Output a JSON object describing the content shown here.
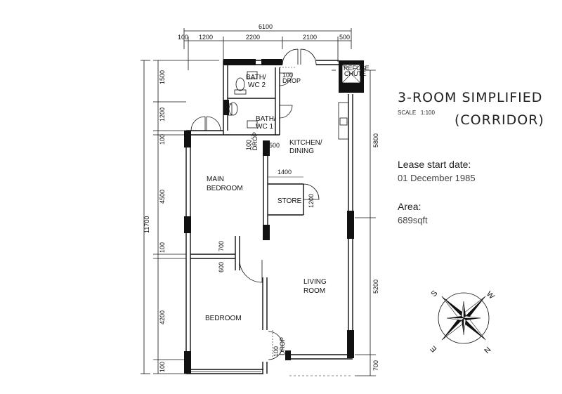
{
  "title": {
    "line1": "3-ROOM SIMPLIFIED",
    "line2": "(CORRIDOR)",
    "scale_label": "SCALE",
    "scale_value": "1:100"
  },
  "info": {
    "lease_label": "Lease start date:",
    "lease_value": "01 December 1985",
    "area_label": "Area:",
    "area_value": "689sqft"
  },
  "rooms": {
    "bath2": [
      "BATH/",
      "WC 2"
    ],
    "bath1": [
      "BATH/",
      "WC 1"
    ],
    "kitchen": [
      "KITCHEN/",
      "DINING"
    ],
    "main_bedroom": [
      "MAIN",
      "BEDROOM"
    ],
    "store": "STORE",
    "living": [
      "LIVING",
      "ROOM"
    ],
    "bedroom": "BEDROOM",
    "refuse": [
      "REFUSE",
      "CHUTE"
    ]
  },
  "drops": {
    "d1": [
      "100",
      "DROP"
    ],
    "d2": [
      "100",
      "DROP"
    ],
    "d3": [
      "100",
      "DROP"
    ]
  },
  "dimensions": {
    "total_width": "6100",
    "top": [
      "100",
      "1200",
      "2200",
      "2100",
      "500"
    ],
    "left": [
      "1500",
      "1200",
      "100",
      "4500",
      "100",
      "4200",
      "100"
    ],
    "left_total": "11700",
    "right": [
      "5800",
      "5200",
      "700"
    ],
    "inner": {
      "d500": "500",
      "d1400": "1400",
      "d1200": "1200",
      "d700": "700",
      "d600": "600"
    }
  },
  "compass": [
    "S",
    "W",
    "E",
    "N"
  ]
}
